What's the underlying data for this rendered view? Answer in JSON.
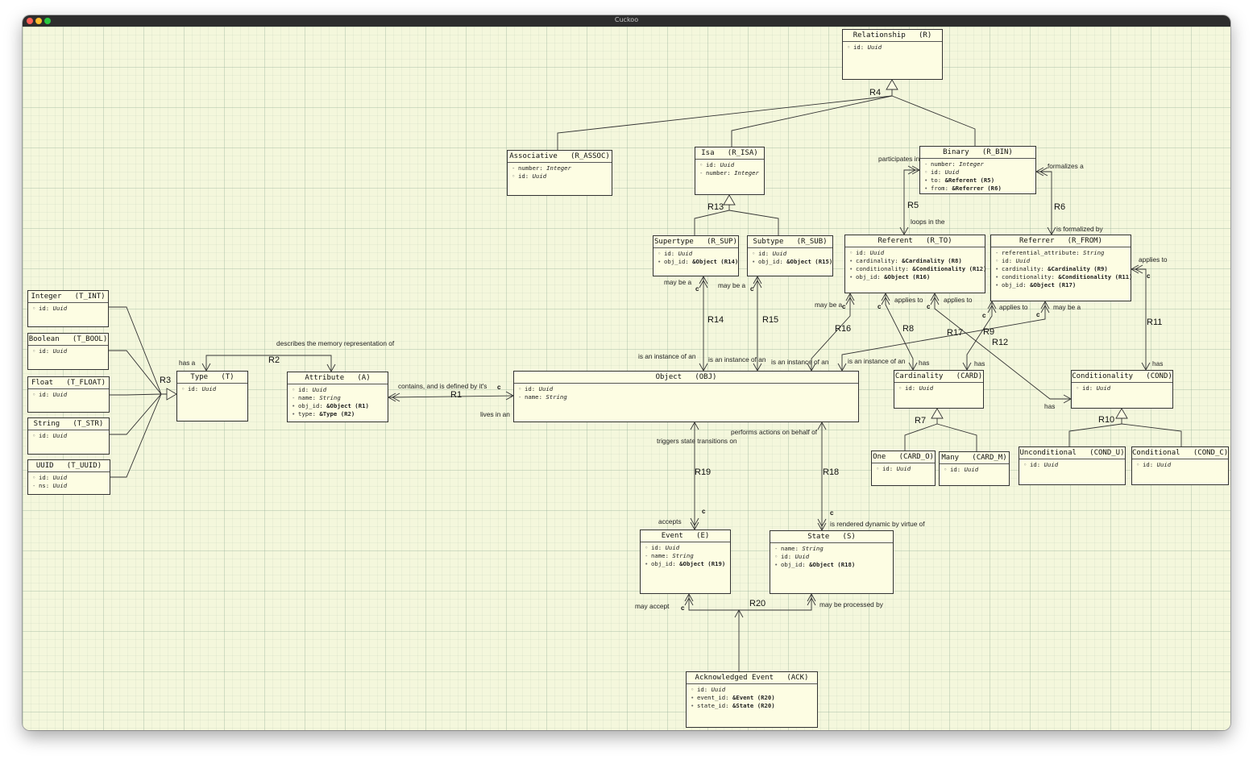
{
  "window": {
    "title": "Cuckoo",
    "buttons": {
      "close": "#ff5f57",
      "minimize": "#febc2e",
      "zoom": "#28c840"
    }
  },
  "entities": [
    {
      "id": "REL",
      "header": "Relationship   (R)",
      "attributes": [
        {
          "marker": "id",
          "text": "id: Uuid"
        }
      ]
    },
    {
      "id": "ASSOC",
      "header": "Associative   (R_ASSOC)",
      "attributes": [
        {
          "marker": "dash",
          "text": "number: Integer"
        },
        {
          "marker": "id",
          "text": "id: Uuid"
        }
      ]
    },
    {
      "id": "ISA",
      "header": "Isa   (R_ISA)",
      "attributes": [
        {
          "marker": "id",
          "text": "id: Uuid"
        },
        {
          "marker": "dash",
          "text": "number: Integer"
        }
      ]
    },
    {
      "id": "BIN",
      "header": "Binary   (R_BIN)",
      "attributes": [
        {
          "marker": "dash",
          "text": "number: Integer"
        },
        {
          "marker": "id",
          "text": "id: Uuid"
        },
        {
          "marker": "dot",
          "text": "to: &Referent (R5)"
        },
        {
          "marker": "dot",
          "text": "from: &Referrer (R6)"
        }
      ]
    },
    {
      "id": "SUP",
      "header": "Supertype   (R_SUP)",
      "attributes": [
        {
          "marker": "id",
          "text": "id: Uuid"
        },
        {
          "marker": "dot",
          "text": "obj_id: &Object (R14)"
        }
      ]
    },
    {
      "id": "SUB",
      "header": "Subtype   (R_SUB)",
      "attributes": [
        {
          "marker": "id",
          "text": "id: Uuid"
        },
        {
          "marker": "dot",
          "text": "obj_id: &Object (R15)"
        }
      ]
    },
    {
      "id": "TO",
      "header": "Referent   (R_TO)",
      "attributes": [
        {
          "marker": "id",
          "text": "id: Uuid"
        },
        {
          "marker": "dot",
          "text": "cardinality: &Cardinality (R8)"
        },
        {
          "marker": "dot",
          "text": "conditionality: &Conditionality (R12)"
        },
        {
          "marker": "dot",
          "text": "obj_id: &Object (R16)"
        }
      ]
    },
    {
      "id": "FROM",
      "header": "Referrer   (R_FROM)",
      "attributes": [
        {
          "marker": "dash",
          "text": "referential_attribute: String"
        },
        {
          "marker": "id",
          "text": "id: Uuid"
        },
        {
          "marker": "dot",
          "text": "cardinality: &Cardinality (R9)"
        },
        {
          "marker": "dot",
          "text": "conditionality: &Conditionality (R11)"
        },
        {
          "marker": "dot",
          "text": "obj_id: &Object (R17)"
        }
      ]
    },
    {
      "id": "INT",
      "header": "Integer   (T_INT)",
      "attributes": [
        {
          "marker": "id",
          "text": "id: Uuid"
        }
      ]
    },
    {
      "id": "BOOL",
      "header": "Boolean   (T_BOOL)",
      "attributes": [
        {
          "marker": "id",
          "text": "id: Uuid"
        }
      ]
    },
    {
      "id": "FLT",
      "header": "Float   (T_FLOAT)",
      "attributes": [
        {
          "marker": "id",
          "text": "id: Uuid"
        }
      ]
    },
    {
      "id": "STR",
      "header": "String   (T_STR)",
      "attributes": [
        {
          "marker": "id",
          "text": "id: Uuid"
        }
      ]
    },
    {
      "id": "UUID",
      "header": "UUID   (T_UUID)",
      "attributes": [
        {
          "marker": "id",
          "text": "id: Uuid"
        },
        {
          "marker": "dash",
          "text": "ns: Uuid"
        }
      ]
    },
    {
      "id": "TYPE",
      "header": "Type   (T)",
      "attributes": [
        {
          "marker": "id",
          "text": "id: Uuid"
        }
      ]
    },
    {
      "id": "ATTR",
      "header": "Attribute   (A)",
      "attributes": [
        {
          "marker": "id",
          "text": "id: Uuid"
        },
        {
          "marker": "dash",
          "text": "name: String"
        },
        {
          "marker": "dot",
          "text": "obj_id: &Object (R1)"
        },
        {
          "marker": "dot",
          "text": "type: &Type (R2)"
        }
      ]
    },
    {
      "id": "OBJ",
      "header": "Object   (OBJ)",
      "attributes": [
        {
          "marker": "id",
          "text": "id: Uuid"
        },
        {
          "marker": "dash",
          "text": "name: String"
        }
      ]
    },
    {
      "id": "CARD",
      "header": "Cardinality   (CARD)",
      "attributes": [
        {
          "marker": "id",
          "text": "id: Uuid"
        }
      ]
    },
    {
      "id": "COND",
      "header": "Conditionality   (COND)",
      "attributes": [
        {
          "marker": "id",
          "text": "id: Uuid"
        }
      ]
    },
    {
      "id": "ONE",
      "header": "One   (CARD_O)",
      "attributes": [
        {
          "marker": "id",
          "text": "id: Uuid"
        }
      ]
    },
    {
      "id": "MANY",
      "header": "Many   (CARD_M)",
      "attributes": [
        {
          "marker": "id",
          "text": "id: Uuid"
        }
      ]
    },
    {
      "id": "UNC",
      "header": "Unconditional   (COND_U)",
      "attributes": [
        {
          "marker": "id",
          "text": "id: Uuid"
        }
      ]
    },
    {
      "id": "CND",
      "header": "Conditional   (COND_C)",
      "attributes": [
        {
          "marker": "id",
          "text": "id: Uuid"
        }
      ]
    },
    {
      "id": "EVT",
      "header": "Event   (E)",
      "attributes": [
        {
          "marker": "id",
          "text": "id: Uuid"
        },
        {
          "marker": "dash",
          "text": "name: String"
        },
        {
          "marker": "dot",
          "text": "obj_id: &Object (R19)"
        }
      ]
    },
    {
      "id": "STATE",
      "header": "State   (S)",
      "attributes": [
        {
          "marker": "dash",
          "text": "name: String"
        },
        {
          "marker": "id",
          "text": "id: Uuid"
        },
        {
          "marker": "dot",
          "text": "obj_id: &Object (R18)"
        }
      ]
    },
    {
      "id": "ACK",
      "header": "Acknowledged Event   (ACK)",
      "attributes": [
        {
          "marker": "id",
          "text": "id: Uuid"
        },
        {
          "marker": "dot",
          "text": "event_id: &Event (R20)"
        },
        {
          "marker": "dot",
          "text": "state_id: &State (R20)"
        }
      ]
    }
  ],
  "relationship_labels": [
    "R1",
    "R2",
    "R3",
    "R4",
    "R5",
    "R6",
    "R7",
    "R8",
    "R9",
    "R10",
    "R11",
    "R12",
    "R13",
    "R14",
    "R15",
    "R16",
    "R17",
    "R18",
    "R19",
    "R20"
  ],
  "phrases": {
    "describes": "describes the memory representation of",
    "has_a": "has a",
    "contains": "contains, and is defined by it's",
    "lives_in": "lives in an",
    "participates": "participates in",
    "formalizes": "formalizes a",
    "loops": "loops in the",
    "is_formalized": "is formalized by",
    "applies_to_cond": "applies to",
    "may_be_a_sup": "may be a",
    "may_be_a_sub": "may be a",
    "instance_r14": "is an instance of an",
    "instance_r15": "is an instance of an",
    "may_be_a_to": "may be a",
    "instance_r16": "is an instance of an",
    "applies_to_r8": "applies to",
    "applies_to_r12": "applies to",
    "applies_to_r9": "applies to",
    "may_be_a_from": "may be a",
    "instance_r17": "is an instance of an",
    "has_card_r8": "has",
    "has_card_r9": "has",
    "has_cond_r11": "has",
    "has_cond_r12": "has",
    "performs": "performs actions on behalf of",
    "triggers": "triggers state transitions on",
    "accepts": "accepts",
    "rendered": "is rendered dynamic by virtue of",
    "may_accept": "may accept",
    "may_be_processed": "may be processed by"
  },
  "conditional_marker": "c"
}
